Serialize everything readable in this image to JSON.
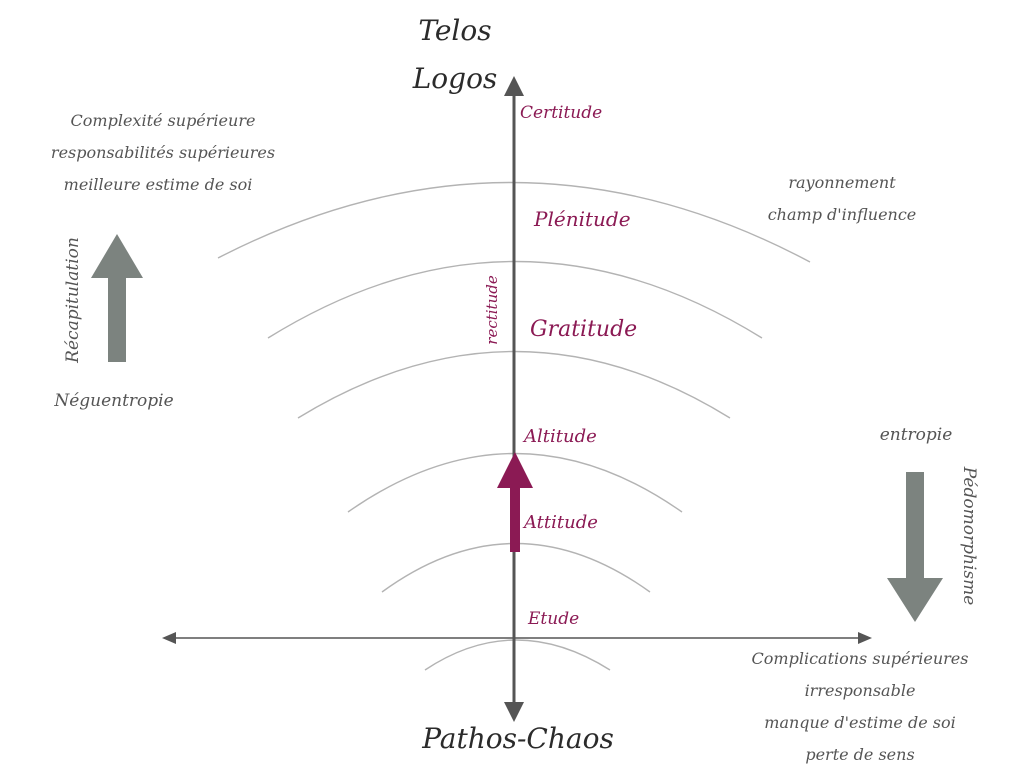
{
  "colors": {
    "axis": "#555555",
    "arcs": "#b3b3b3",
    "accent": "#8b1a54",
    "big_arrows": "#7c837f",
    "text_dark": "#2b2b2b",
    "text_grey": "#555555"
  },
  "axis_labels": {
    "top_1": "Telos",
    "top_2": "Logos",
    "bottom": "Pathos-Chaos",
    "vertical_axis": "rectitude"
  },
  "levels": [
    {
      "label": "Certitude"
    },
    {
      "label": "Plénitude"
    },
    {
      "label": "Gratitude"
    },
    {
      "label": "Altitude"
    },
    {
      "label": "Attitude"
    },
    {
      "label": "Etude"
    }
  ],
  "left_panel": {
    "lines": [
      "Complexité supérieure",
      "responsabilités supérieures",
      "meilleure estime de soi"
    ],
    "arrow_label": "Récapitulation",
    "bottom_label": "Néguentropie"
  },
  "right_panel": {
    "top_lines": [
      "rayonnement",
      "champ d'influence"
    ],
    "arrow_top_label": "entropie",
    "arrow_label": "Pédomorphisme",
    "bottom_lines": [
      "Complications supérieures",
      "irresponsable",
      "manque d'estime de soi",
      "perte de sens"
    ]
  }
}
